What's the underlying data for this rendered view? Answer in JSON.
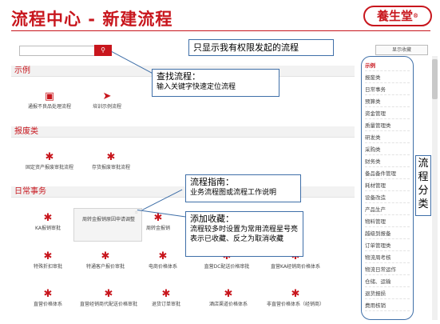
{
  "header": {
    "title": "流程中心 - 新建流程",
    "logo": "養生堂",
    "logo_mark": "®"
  },
  "search": {
    "placeholder": "",
    "button_icon": "search-icon"
  },
  "annotations": {
    "permission": "只显示我有权限发起的流程",
    "search_title": "查找流程：",
    "search_desc": "输入关键字快速定位流程",
    "guide_title": "流程指南：",
    "guide_desc": "业务流程图或流程工作说明",
    "fav_title": "添加收藏：",
    "fav_desc": "流程较多时设置为常用流程星号亮表示已收藏、反之为取消收藏",
    "category": "流程分类"
  },
  "collapse_label": "显示收藏",
  "sections": [
    {
      "name": "示例",
      "apps": [
        {
          "label": "通报不良品处理流程",
          "icon": "cube-icon"
        },
        {
          "label": "培训示例流程",
          "icon": "rocket-icon"
        }
      ]
    },
    {
      "name": "报废类",
      "apps": [
        {
          "label": "固定资产报废审批流程",
          "icon": "puzzle-icon"
        },
        {
          "label": "存货报废审批流程",
          "icon": "puzzle-icon"
        }
      ]
    },
    {
      "name": "日常事务",
      "apps": [
        {
          "label": "KA报销审批",
          "icon": "puzzle-icon"
        },
        {
          "label": "周转金报销原因申请调整",
          "icon": "puzzle-icon"
        },
        {
          "label": "周转金报销",
          "icon": "puzzle-icon"
        },
        {
          "label": "特殊折扣审批",
          "icon": "puzzle-icon"
        },
        {
          "label": "特通客户报价审批",
          "icon": "puzzle-icon"
        },
        {
          "label": "电商价格体系",
          "icon": "puzzle-icon"
        },
        {
          "label": "直营DC配送价格审批",
          "icon": "puzzle-icon"
        },
        {
          "label": "直营KA经销商价格体系",
          "icon": "puzzle-icon"
        },
        {
          "label": "直营价格体系",
          "icon": "puzzle-icon"
        },
        {
          "label": "直营经销商代配送价格审批",
          "icon": "puzzle-icon"
        },
        {
          "label": "退货订单审批",
          "icon": "puzzle-icon"
        },
        {
          "label": "酒店渠道价格体系",
          "icon": "puzzle-icon"
        },
        {
          "label": "非直营价格体系（经销商）",
          "icon": "puzzle-icon"
        }
      ]
    }
  ],
  "sidebar": {
    "items": [
      {
        "label": "示例",
        "active": true
      },
      {
        "label": "报废类"
      },
      {
        "label": "日常事务"
      },
      {
        "label": "预算类"
      },
      {
        "label": "资金管理"
      },
      {
        "label": "质量管理类"
      },
      {
        "label": "研发类"
      },
      {
        "label": "采购类"
      },
      {
        "label": "财务类"
      },
      {
        "label": "备品备件管理"
      },
      {
        "label": "耗材管理"
      },
      {
        "label": "设备改造"
      },
      {
        "label": "产品生产"
      },
      {
        "label": "物料管理"
      },
      {
        "label": "越级到报备"
      },
      {
        "label": "订单管理类"
      },
      {
        "label": "物流周考核"
      },
      {
        "label": "物流日常运作"
      },
      {
        "label": "仓储、运输"
      },
      {
        "label": "退货报损"
      },
      {
        "label": "费用核销"
      }
    ]
  },
  "colors": {
    "brand": "#c8161d",
    "callout_border": "#3f6fa8"
  }
}
